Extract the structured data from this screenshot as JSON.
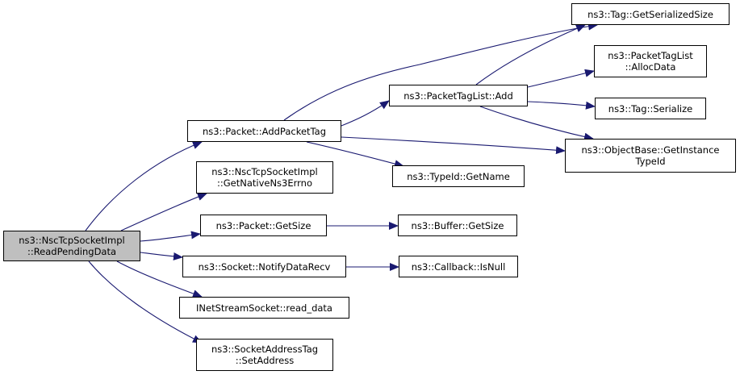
{
  "graph": {
    "edge_color": "#191970",
    "root_fill": "#bfbfbf",
    "nodes": {
      "root": [
        "ns3::NscTcpSocketImpl",
        "::ReadPendingData"
      ],
      "addPacketTag": [
        "ns3::Packet::AddPacketTag"
      ],
      "getNativeNs3Errno": [
        "ns3::NscTcpSocketImpl",
        "::GetNativeNs3Errno"
      ],
      "packetGetSize": [
        "ns3::Packet::GetSize"
      ],
      "notifyDataRecv": [
        "ns3::Socket::NotifyDataRecv"
      ],
      "readData": [
        "INetStreamSocket::read_data"
      ],
      "setAddress": [
        "ns3::SocketAddressTag",
        "::SetAddress"
      ],
      "packetTagListAdd": [
        "ns3::PacketTagList::Add"
      ],
      "typeIdGetName": [
        "ns3::TypeId::GetName"
      ],
      "bufferGetSize": [
        "ns3::Buffer::GetSize"
      ],
      "callbackIsNull": [
        "ns3::Callback::IsNull"
      ],
      "tagGetSerializedSize": [
        "ns3::Tag::GetSerializedSize"
      ],
      "allocData": [
        "ns3::PacketTagList",
        "::AllocData"
      ],
      "tagSerialize": [
        "ns3::Tag::Serialize"
      ],
      "getInstanceTypeId": [
        "ns3::ObjectBase::GetInstance",
        "TypeId"
      ]
    }
  }
}
